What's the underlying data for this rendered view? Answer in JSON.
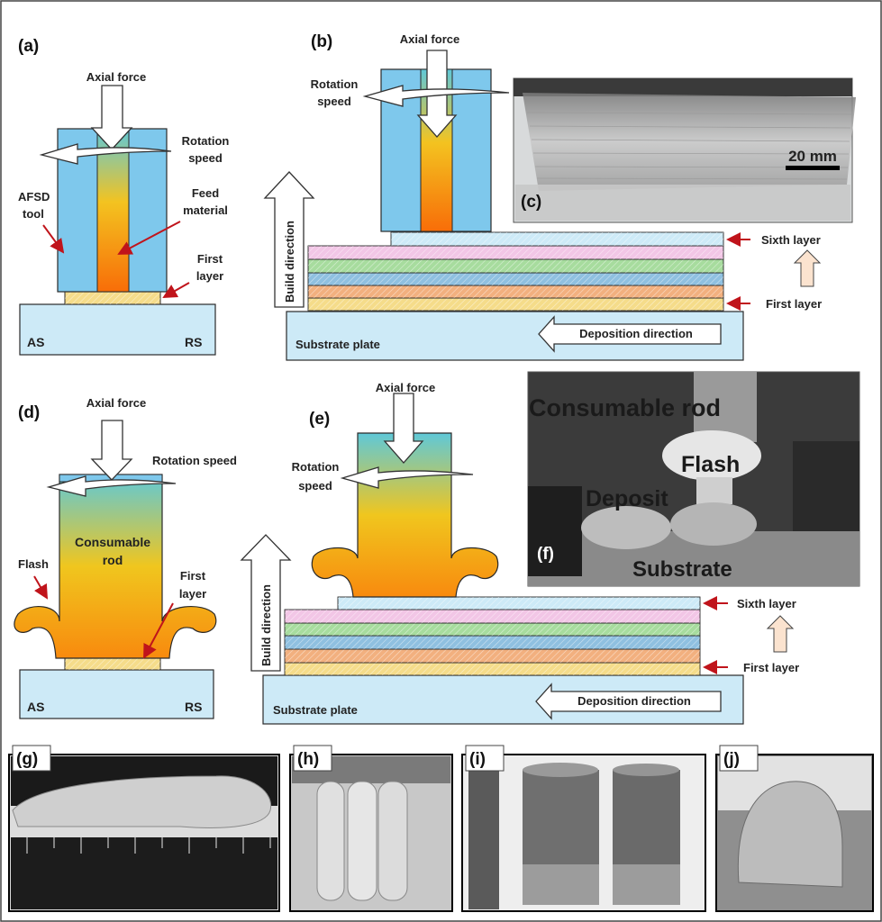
{
  "panels": {
    "a": "(a)",
    "b": "(b)",
    "c": "(c)",
    "d": "(d)",
    "e": "(e)",
    "f": "(f)",
    "g": "(g)",
    "h": "(h)",
    "i": "(i)",
    "j": "(j)"
  },
  "panel_a": {
    "axial_force": "Axial force",
    "rotation_speed_1": "Rotation",
    "rotation_speed_2": "speed",
    "afsd_tool_1": "AFSD",
    "afsd_tool_2": "tool",
    "feed_material_1": "Feed",
    "feed_material_2": "material",
    "first_layer_1": "First",
    "first_layer_2": "layer",
    "as": "AS",
    "rs": "RS"
  },
  "panel_b": {
    "axial_force": "Axial force",
    "rotation_speed_1": "Rotation",
    "rotation_speed_2": "speed",
    "build_direction": "Build direction",
    "sixth_layer": "Sixth layer",
    "first_layer": "First layer",
    "substrate_plate": "Substrate plate",
    "deposition_direction": "Deposition direction"
  },
  "panel_c": {
    "scale_bar": "20 mm"
  },
  "panel_d": {
    "axial_force": "Axial force",
    "rotation_speed": "Rotation speed",
    "consumable_rod_1": "Consumable",
    "consumable_rod_2": "rod",
    "flash": "Flash",
    "first_layer_1": "First",
    "first_layer_2": "layer",
    "as": "AS",
    "rs": "RS"
  },
  "panel_e": {
    "axial_force": "Axial force",
    "rotation_speed_1": "Rotation",
    "rotation_speed_2": "speed",
    "build_direction": "Build direction",
    "sixth_layer": "Sixth layer",
    "first_layer": "First layer",
    "substrate_plate": "Substrate plate",
    "deposition_direction": "Deposition direction"
  },
  "panel_f": {
    "consumable_rod": "Consumable rod",
    "flash": "Flash",
    "deposit": "Deposit",
    "substrate": "Substrate"
  },
  "colors": {
    "tool_blue": "#7ec8ec",
    "substrate_blue": "#cdeaf7",
    "layer_pink": "#f2c6e6",
    "layer_green": "#a7dc9e",
    "layer_blue": "#8fc0e0",
    "layer_orange": "#f2b07f",
    "layer_yellow": "#f5dc8a",
    "arrow_red": "#c0141b",
    "arrow_beige": "#fbe3cf"
  }
}
